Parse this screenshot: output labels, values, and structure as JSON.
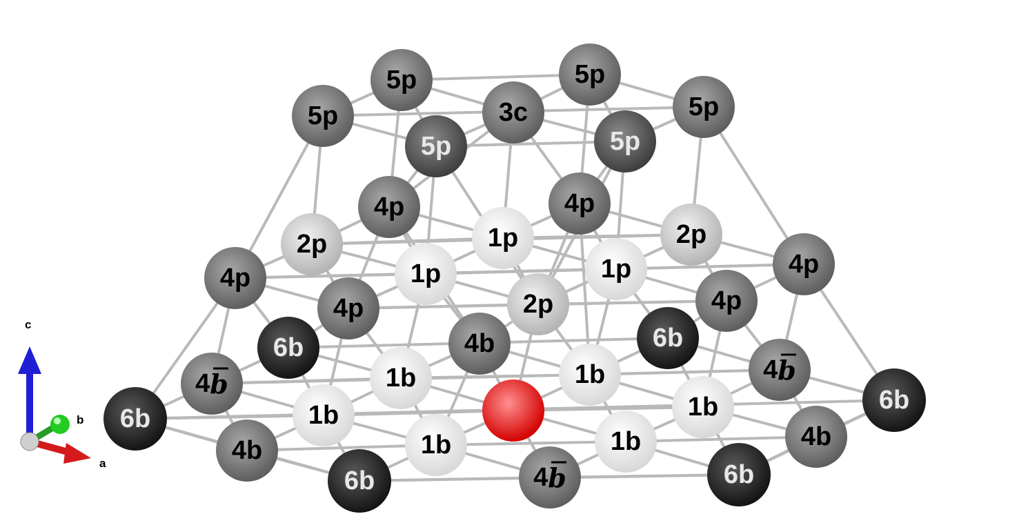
{
  "axes": {
    "c": "c",
    "b": "b",
    "a": "a"
  },
  "atoms": [
    {
      "id": "a01",
      "label": "5p",
      "shade": "mid"
    },
    {
      "id": "a02",
      "label": "5p",
      "shade": "mid"
    },
    {
      "id": "a03",
      "label": "5p",
      "shade": "mid"
    },
    {
      "id": "a04",
      "label": "3c",
      "shade": "mid"
    },
    {
      "id": "a05",
      "label": "5p",
      "shade": "mid"
    },
    {
      "id": "a06",
      "label": "5p",
      "shade": "dark"
    },
    {
      "id": "a07",
      "label": "5p",
      "shade": "dark"
    },
    {
      "id": "a08",
      "label": "4p",
      "shade": "mid"
    },
    {
      "id": "a09",
      "label": "4p",
      "shade": "mid"
    },
    {
      "id": "a10",
      "label": "2p",
      "shade": "light"
    },
    {
      "id": "a11",
      "label": "1p",
      "shade": "white"
    },
    {
      "id": "a12",
      "label": "2p",
      "shade": "light"
    },
    {
      "id": "a13",
      "label": "4p",
      "shade": "mid"
    },
    {
      "id": "a14",
      "label": "1p",
      "shade": "white"
    },
    {
      "id": "a15",
      "label": "1p",
      "shade": "white"
    },
    {
      "id": "a16",
      "label": "4p",
      "shade": "mid"
    },
    {
      "id": "a17",
      "label": "4p",
      "shade": "mid"
    },
    {
      "id": "a18",
      "label": "2p",
      "shade": "light"
    },
    {
      "id": "a19",
      "label": "4p",
      "shade": "mid"
    },
    {
      "id": "a20",
      "label": "6b",
      "shade": "black"
    },
    {
      "id": "a21",
      "label": "6b",
      "shade": "black"
    },
    {
      "id": "a22",
      "label": "4b",
      "shade": "mid"
    },
    {
      "id": "a23",
      "label": "4b̄",
      "shade": "mid",
      "base": "4",
      "bar": "b"
    },
    {
      "id": "a24",
      "label": "1b",
      "shade": "white"
    },
    {
      "id": "a25",
      "label": "1b",
      "shade": "white"
    },
    {
      "id": "a26",
      "label": "4b̄",
      "shade": "mid",
      "base": "4",
      "bar": "b"
    },
    {
      "id": "a27",
      "label": "6b",
      "shade": "black"
    },
    {
      "id": "a28",
      "label": "1b",
      "shade": "white"
    },
    {
      "id": "a29",
      "label": "1b",
      "shade": "white"
    },
    {
      "id": "a30",
      "label": "",
      "shade": "red"
    },
    {
      "id": "a31",
      "label": "6b",
      "shade": "black"
    },
    {
      "id": "a32",
      "label": "4b",
      "shade": "mid"
    },
    {
      "id": "a33",
      "label": "1b",
      "shade": "white"
    },
    {
      "id": "a34",
      "label": "1b",
      "shade": "white"
    },
    {
      "id": "a35",
      "label": "4b",
      "shade": "mid"
    },
    {
      "id": "a36",
      "label": "4b̄",
      "shade": "mid",
      "base": "4",
      "bar": "b"
    },
    {
      "id": "a37",
      "label": "6b",
      "shade": "black"
    },
    {
      "id": "a38",
      "label": "6b",
      "shade": "black"
    }
  ],
  "shades": {
    "white": {
      "fill": "#d8d8d8",
      "hi": "#ffffff",
      "text": "#000000"
    },
    "light": {
      "fill": "#b4b4b4",
      "hi": "#f0f0f0",
      "text": "#000000"
    },
    "mid": {
      "fill": "#5e5e5e",
      "hi": "#a8a8a8",
      "text": "#000000"
    },
    "dark": {
      "fill": "#3e3e3e",
      "hi": "#8a8a8a",
      "text": "#e8e8e8"
    },
    "black": {
      "fill": "#141414",
      "hi": "#5a5a5a",
      "text": "#e8e8e8"
    },
    "red": {
      "fill": "#d40000",
      "hi": "#ff9090",
      "text": "#ffffff"
    }
  },
  "bond_color": "#b9b9b9"
}
